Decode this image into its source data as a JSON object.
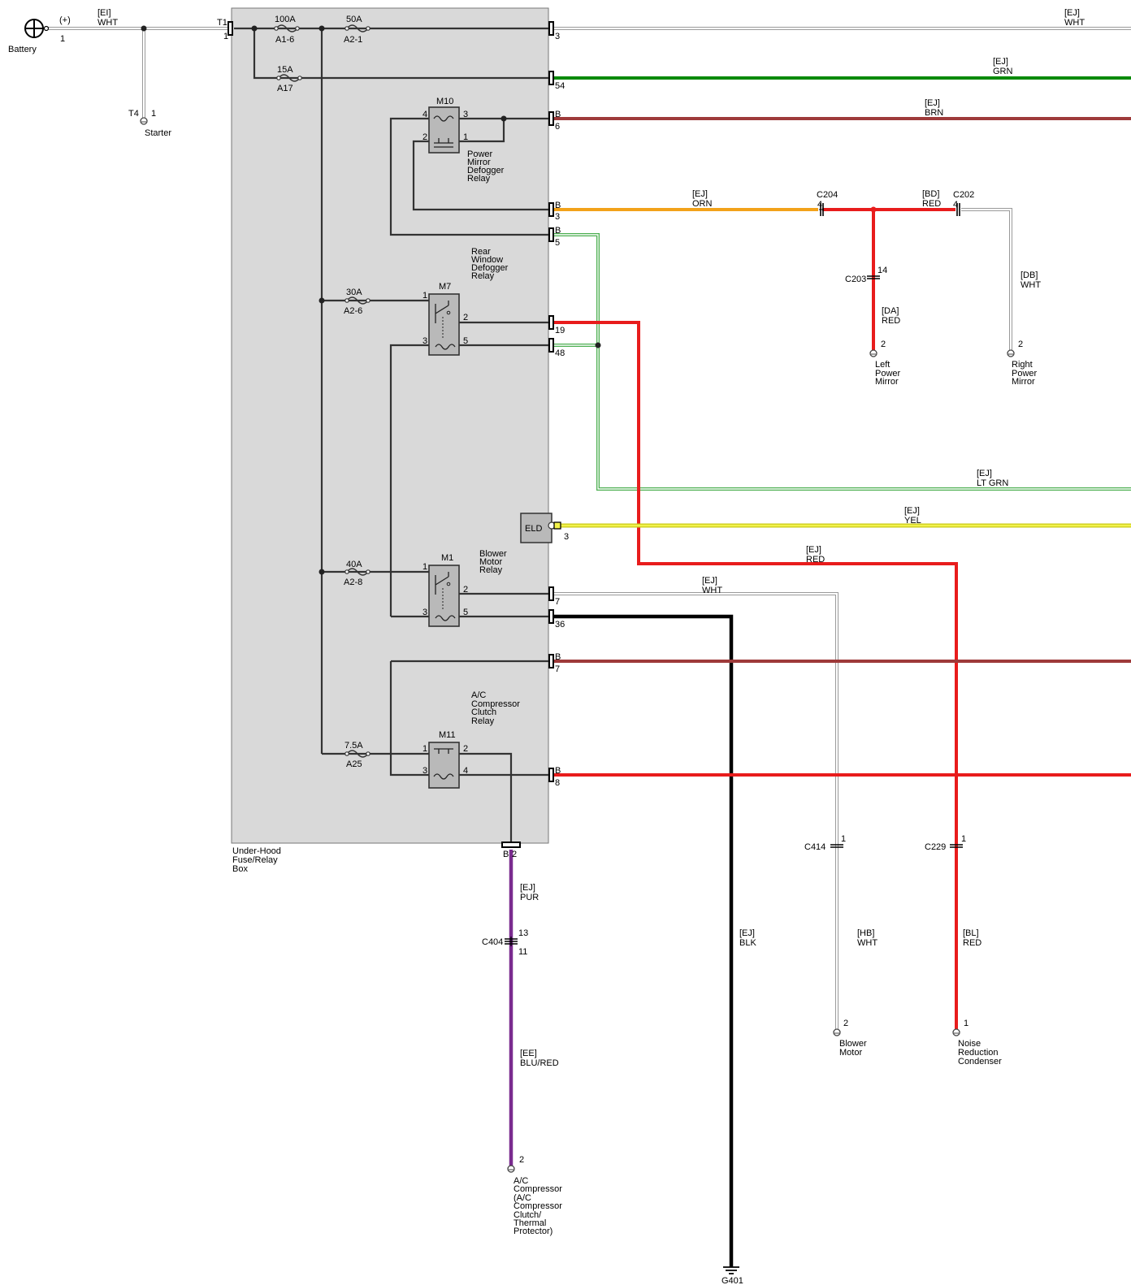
{
  "colors": {
    "box_fill": "#d9d9d9",
    "wire_grn": "#0a8a0a",
    "wire_brn": "#9e3a3a",
    "wire_orn": "#f2a21a",
    "wire_red": "#e81c1c",
    "wire_ltgrn": "#4caf50",
    "wire_yel": "#e5e51c",
    "wire_blk": "#000000",
    "wire_pur": "#7a2b8f",
    "wire_wht": "#9a9a9a"
  },
  "battery": {
    "label": "Battery",
    "plus": "(+)",
    "pin": "1",
    "wire_code": "[EI]",
    "wire_color": "WHT"
  },
  "starter": {
    "label": "Starter",
    "conn": "T4",
    "pin": "1"
  },
  "box": {
    "label_l1": "Under-Hood",
    "label_l2": "Fuse/Relay",
    "label_l3": "Box",
    "input_conn": "T1",
    "input_pin": "1",
    "eld": "ELD",
    "eld_pin": "3",
    "bottom_conn": "B",
    "bottom_pin": "2"
  },
  "fuses": [
    {
      "rating": "100A",
      "id": "A1-6"
    },
    {
      "rating": "50A",
      "id": "A2-1"
    },
    {
      "rating": "15A",
      "id": "A17"
    },
    {
      "rating": "30A",
      "id": "A2-6"
    },
    {
      "rating": "40A",
      "id": "A2-8"
    },
    {
      "rating": "7.5A",
      "id": "A25"
    }
  ],
  "relays": [
    {
      "id": "M10",
      "name_l1": "Power",
      "name_l2": "Mirror",
      "name_l3": "Defogger",
      "name_l4": "Relay",
      "p_tl": "4",
      "p_tr": "3",
      "p_bl": "2",
      "p_br": "1"
    },
    {
      "id": "M7",
      "name_l1": "Rear",
      "name_l2": "Window",
      "name_l3": "Defogger",
      "name_l4": "Relay",
      "p_tl": "1",
      "p_tr": "2",
      "p_bl": "3",
      "p_br": "5"
    },
    {
      "id": "M1",
      "name_l1": "Blower",
      "name_l2": "Motor",
      "name_l3": "Relay",
      "p_tl": "1",
      "p_tr": "2",
      "p_bl": "3",
      "p_br": "5"
    },
    {
      "id": "M11",
      "name_l1": "A/C",
      "name_l2": "Compressor",
      "name_l3": "Clutch",
      "name_l4": "Relay",
      "p_tl": "1",
      "p_tr": "2",
      "p_bl": "3",
      "p_br": "4"
    }
  ],
  "terminals": [
    {
      "conn": "",
      "pin": "3",
      "wire_code": "[EJ]",
      "wire_color": "WHT"
    },
    {
      "conn": "",
      "pin": "54",
      "wire_code": "[EJ]",
      "wire_color": "GRN"
    },
    {
      "conn": "B",
      "pin": "6",
      "wire_code": "[EJ]",
      "wire_color": "BRN"
    },
    {
      "conn": "B",
      "pin": "3",
      "wire_code": "[EJ]",
      "wire_color": "ORN"
    },
    {
      "conn": "B",
      "pin": "5",
      "wire_code": "[EJ]",
      "wire_color": "LT GRN"
    },
    {
      "conn": "",
      "pin": "19"
    },
    {
      "conn": "",
      "pin": "48"
    },
    {
      "conn": "",
      "pin": "3",
      "wire_code": "[EJ]",
      "wire_color": "YEL"
    },
    {
      "conn": "",
      "pin": "7",
      "wire_code": "[EJ]",
      "wire_color": "WHT"
    },
    {
      "conn": "",
      "pin": "36"
    },
    {
      "conn": "B",
      "pin": "7"
    },
    {
      "conn": "B",
      "pin": "8"
    }
  ],
  "mirrors": {
    "c204": "C204",
    "c204_pin": "4",
    "bd_code": "[BD]",
    "bd_color": "RED",
    "c202": "C202",
    "c202_pin": "4",
    "c203": "C203",
    "c203_pin": "14",
    "da_code": "[DA]",
    "da_color": "RED",
    "db_code": "[DB]",
    "db_color": "WHT",
    "left_pin": "2",
    "left_l1": "Left",
    "left_l2": "Power",
    "left_l3": "Mirror",
    "right_pin": "2",
    "right_l1": "Right",
    "right_l2": "Power",
    "right_l3": "Mirror"
  },
  "red_run": {
    "wire_code": "[EJ]",
    "wire_color": "RED"
  },
  "blower": {
    "conn": "C414",
    "conn_pin": "1",
    "wire_code": "[HB]",
    "wire_color": "WHT",
    "pin": "2",
    "label_l1": "Blower",
    "label_l2": "Motor"
  },
  "condenser": {
    "conn": "C229",
    "conn_pin": "1",
    "wire_code": "[BL]",
    "wire_color": "RED",
    "pin": "1",
    "label_l1": "Noise",
    "label_l2": "Reduction",
    "label_l3": "Condenser"
  },
  "ground": {
    "wire_code": "[EJ]",
    "wire_color": "BLK",
    "label": "G401"
  },
  "compressor": {
    "wire1_code": "[EJ]",
    "wire1_color": "PUR",
    "conn": "C404",
    "pin_top": "13",
    "pin_bot": "11",
    "wire2_code": "[EE]",
    "wire2_color": "BLU/RED",
    "pin": "2",
    "l1": "A/C",
    "l2": "Compressor",
    "l3": "(A/C",
    "l4": "Compressor",
    "l5": "Clutch/",
    "l6": "Thermal",
    "l7": "Protector)"
  }
}
